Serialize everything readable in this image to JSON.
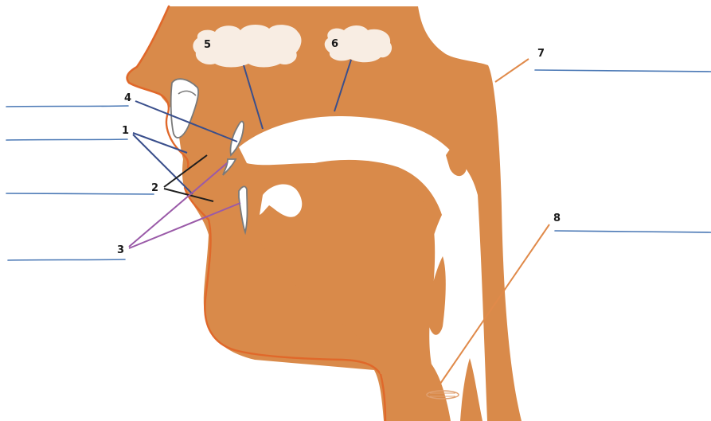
{
  "colors": {
    "tissue": "#d98a4a",
    "tissue_edge": "#e0682a",
    "cavity": "#ffffff",
    "sinus": "#f8ede3",
    "teeth_outline": "#7a7a7a",
    "leader_blue": "#3a4f8c",
    "leader_black": "#1e1e1e",
    "leader_purple": "#9a5aa8",
    "leader_orange": "#e08a4a",
    "answer_line": "#4a78b5"
  },
  "labels": {
    "one": "1",
    "two": "2",
    "three": "3",
    "four": "4",
    "five": "5",
    "six": "6",
    "seven": "7",
    "eight": "8"
  }
}
